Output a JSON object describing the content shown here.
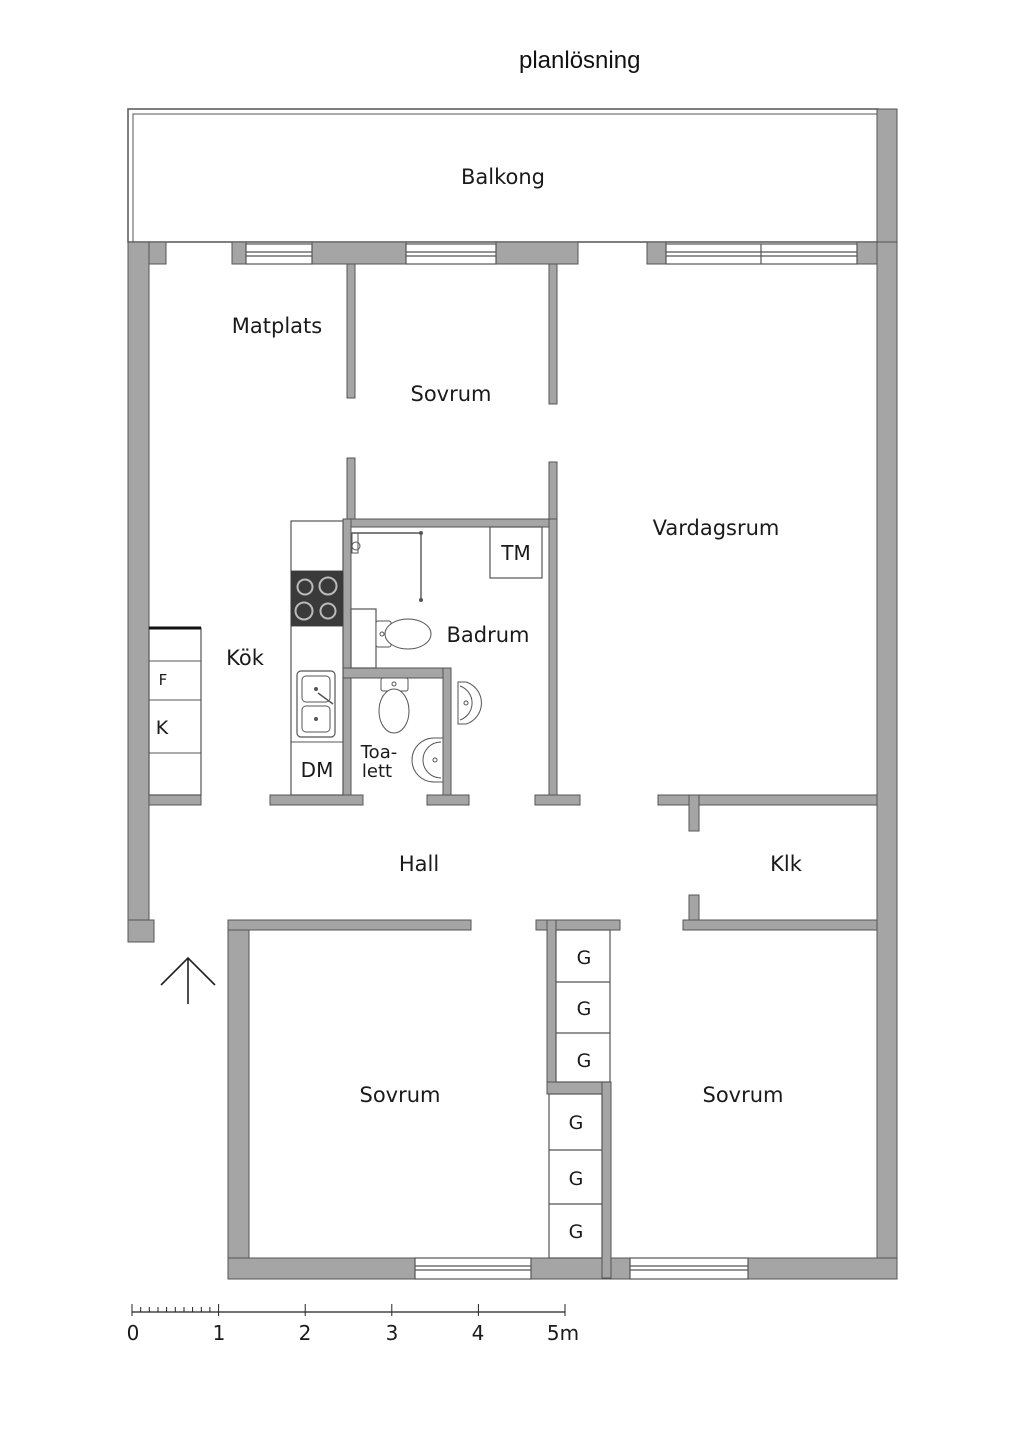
{
  "title": "planlösning",
  "rooms": {
    "balkong": "Balkong",
    "matplats": "Matplats",
    "sovrum_top": "Sovrum",
    "vardagsrum": "Vardagsrum",
    "badrum": "Badrum",
    "kok": "Kök",
    "toalett_1": "Toa-",
    "toalett_2": "lett",
    "hall": "Hall",
    "klk": "Klk",
    "sovrum_left": "Sovrum",
    "sovrum_right": "Sovrum"
  },
  "fixtures": {
    "tm": "TM",
    "dm": "DM",
    "freezer": "F",
    "fridge": "K",
    "wardrobes": [
      "G",
      "G",
      "G",
      "G",
      "G",
      "G"
    ]
  },
  "scale": {
    "labels": [
      "0",
      "1",
      "2",
      "3",
      "4",
      "5m"
    ]
  },
  "icons": {
    "entrance": "up-arrow-icon"
  }
}
